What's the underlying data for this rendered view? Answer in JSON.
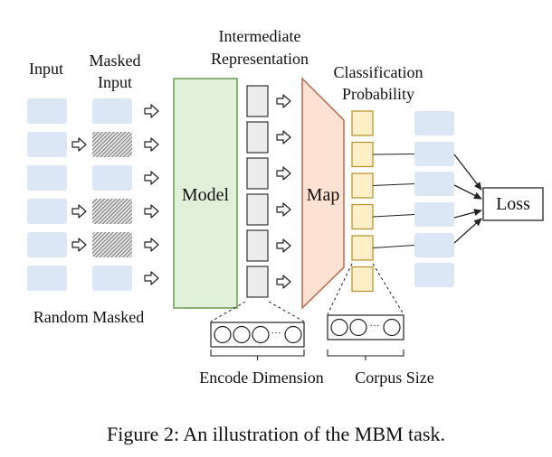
{
  "labels": {
    "input": "Input",
    "masked_input_line1": "Masked",
    "masked_input_line2": "Input",
    "intermediate_line1": "Intermediate",
    "intermediate_line2": "Representation",
    "classification_line1": "Classification",
    "classification_line2": "Probability",
    "model": "Model",
    "map": "Map",
    "loss": "Loss",
    "random_masked": "Random Masked",
    "encode_dimension": "Encode Dimension",
    "corpus_size": "Corpus Size",
    "encode_dots": "···",
    "corpus_dots": "···"
  },
  "caption": "Figure 2: An illustration of the MBM task.",
  "counts": {
    "input_blocks": 6,
    "representation_cells": 6,
    "probability_cells": 6,
    "output_blocks": 6
  },
  "masked_rows": [
    1,
    3,
    4
  ],
  "colors": {
    "input_block": "#dbe7f4",
    "model_fill": "#e1f0d9",
    "model_stroke": "#6a9a55",
    "representation_cell": "#ececec",
    "map_fill": "#fde1d2",
    "map_stroke": "#b86a4e",
    "probability_cell": "#fdf0c6",
    "probability_stroke": "#b98d2a",
    "line": "#222222"
  }
}
